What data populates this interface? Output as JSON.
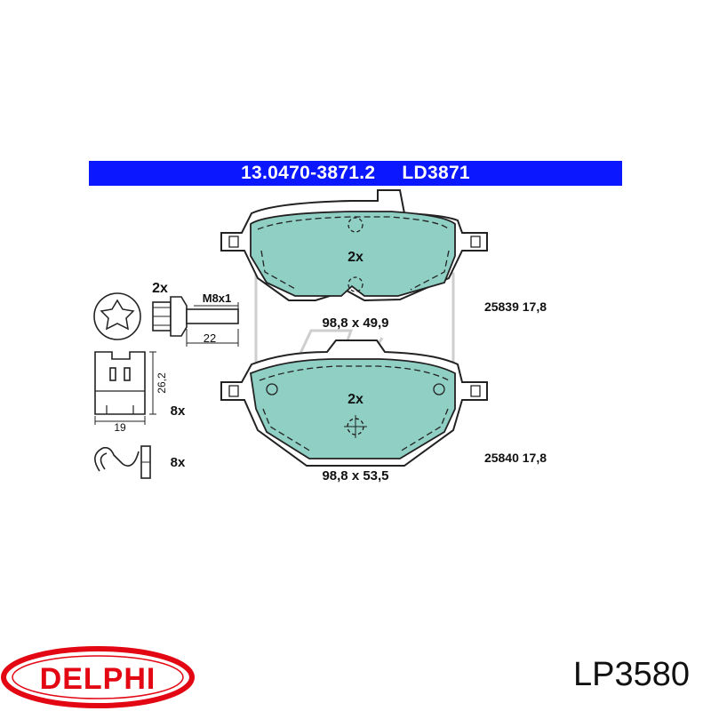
{
  "header": {
    "part_number": "13.0470-3871.2",
    "code": "LD3871"
  },
  "pads": [
    {
      "quantity": "2x",
      "dimensions": "98,8 x 49,9",
      "spec": "25839 17,8"
    },
    {
      "quantity": "2x",
      "dimensions": "98,8 x 53,5",
      "spec": "25840 17,8"
    }
  ],
  "bolt": {
    "quantity": "2x",
    "thread": "M8x1",
    "length": "22"
  },
  "clip": {
    "width": "19",
    "height": "26,2",
    "quantity": "8x"
  },
  "spring": {
    "quantity": "8x"
  },
  "watermark_icon": "ate-logo-watermark",
  "brand": {
    "name": "DELPHI",
    "color": "#e30613"
  },
  "product_code": "LP3580",
  "colors": {
    "header": "#0a17ff",
    "pad_fill": "#8fcfc4"
  }
}
